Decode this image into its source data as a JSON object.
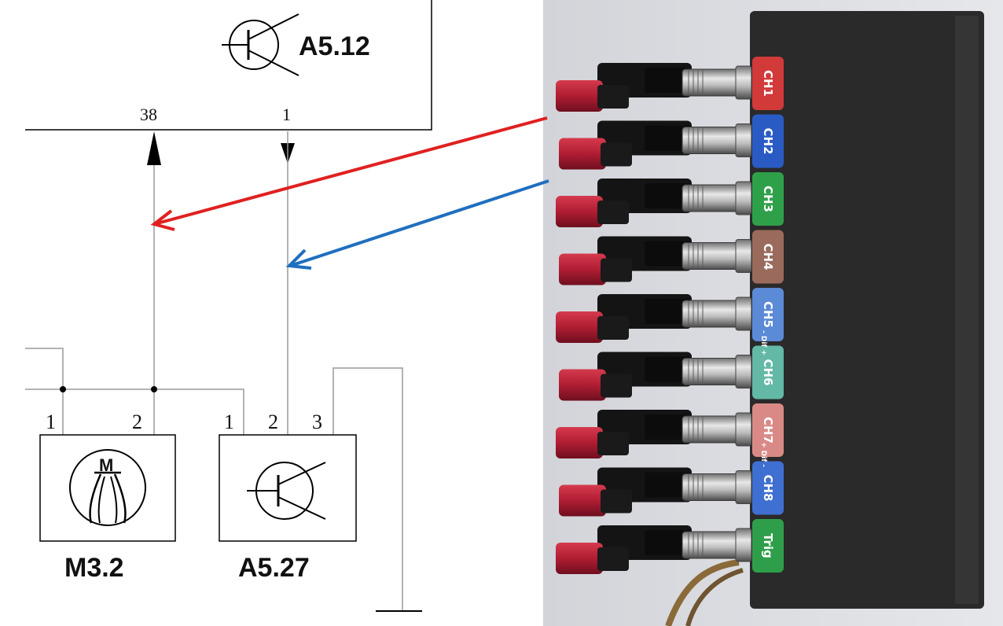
{
  "schematic": {
    "top_module": {
      "label": "A5.12",
      "pins": [
        "38",
        "1"
      ]
    },
    "motor_module": {
      "label": "M3.2",
      "symbol_letter": "M",
      "pins": [
        "1",
        "2"
      ]
    },
    "lower_module": {
      "label": "A5.27",
      "pins": [
        "1",
        "2",
        "3"
      ]
    }
  },
  "oscilloscope": {
    "channels": [
      {
        "label": "CH1",
        "color": "#d23a3a"
      },
      {
        "label": "CH2",
        "color": "#2a5bc4"
      },
      {
        "label": "CH3",
        "color": "#2fa04a"
      },
      {
        "label": "CH4",
        "color": "#9a6a5c"
      },
      {
        "label": "CH5",
        "color": "#5b8ad6"
      },
      {
        "label": "CH6",
        "color": "#63b8a6"
      },
      {
        "label": "CH7",
        "color": "#d98a86"
      },
      {
        "label": "CH8",
        "color": "#3f6fd0"
      },
      {
        "label": "Trig",
        "color": "#2f9e4a"
      }
    ],
    "diff_labels": [
      "- Dif +",
      "+ Dif -"
    ]
  },
  "probe_arrows": [
    {
      "channel": "CH1",
      "target_pin": "38",
      "color": "#e02020"
    },
    {
      "channel": "CH2",
      "target_pin": "1",
      "color": "#1f6fbf"
    }
  ]
}
